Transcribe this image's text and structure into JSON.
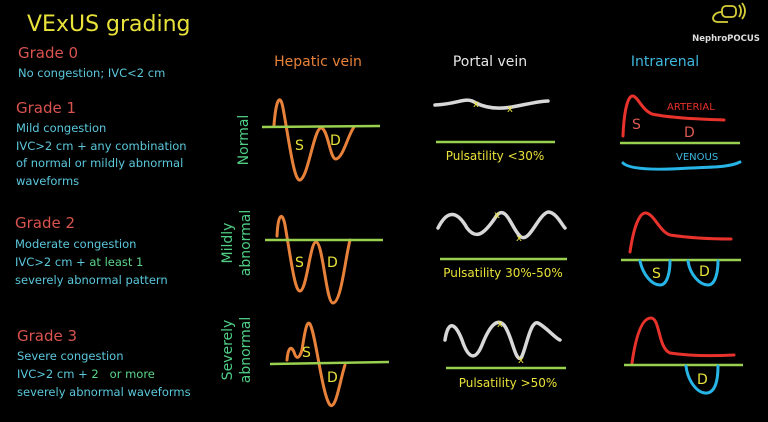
{
  "title": "VExUS grading",
  "logo": {
    "text": "NephroPOCUS",
    "icon": "ultrasound-probe-icon"
  },
  "grades": [
    {
      "label": "Grade 0",
      "lines": [
        "No congestion; IVC<2 cm"
      ]
    },
    {
      "label": "Grade 1",
      "lines": [
        "Mild congestion",
        "IVC>2 cm + any combination",
        "of normal or mildly abnormal",
        "waveforms"
      ]
    },
    {
      "label": "Grade 2",
      "lines": [
        "Moderate congestion",
        "IVC>2 cm + ",
        "at least  1",
        "severely abnormal pattern"
      ]
    },
    {
      "label": "Grade 3",
      "lines": [
        "Severe congestion",
        "IVC>2 cm + ",
        "2   or more",
        "severely abnormal waveforms"
      ]
    }
  ],
  "columns": {
    "hepatic": "Hepatic vein",
    "portal": "Portal vein",
    "intrarenal": "Intrarenal"
  },
  "rows": [
    {
      "label": [
        "Normal"
      ]
    },
    {
      "label": [
        "Mildly",
        "abnormal"
      ]
    },
    {
      "label": [
        "Severely",
        "abnormal"
      ]
    }
  ],
  "waves": {
    "s": "S",
    "d": "D",
    "x": "x",
    "arterial": "ARTERIAL",
    "venous": "VENOUS"
  },
  "pulsatility": [
    "Pulsatility <30%",
    "Pulsatility 30%-50%",
    "Pulsatility >50%"
  ],
  "colors": {
    "title": "#e9e23a",
    "grade": "#d9534f",
    "description": "#5bc8dc",
    "hepatic": "#e8823a",
    "portal": "#d8d8d8",
    "arterial": "#e8322c",
    "venous": "#27b4e6",
    "baseline": "#9ad04f"
  }
}
